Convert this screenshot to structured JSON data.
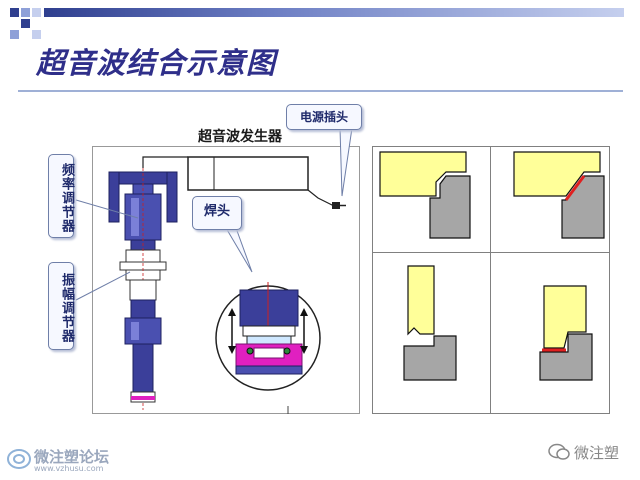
{
  "slide": {
    "title": "超音波结合示意图"
  },
  "diagram": {
    "generator_label": "超音波发生器",
    "callouts": {
      "power_plug": "电源插头",
      "weld_head": "焊头",
      "frequency_tuning": "频率调节器",
      "amplitude_tuning": "振幅调节器"
    }
  },
  "joint_panels": [
    {
      "id": "top-left",
      "upper": "yellow",
      "lower": "gray",
      "weld_line": "none"
    },
    {
      "id": "top-right",
      "upper": "yellow",
      "lower": "gray",
      "weld_line": "red"
    },
    {
      "id": "bottom-left",
      "upper": "yellow",
      "lower": "gray",
      "weld_line": "none"
    },
    {
      "id": "bottom-right",
      "upper": "yellow",
      "lower": "gray",
      "weld_line": "red"
    }
  ],
  "footer": {
    "logo_name": "微注塑论坛",
    "logo_url": "www.vzhusu.com",
    "wechat_label": "微注塑"
  },
  "colors": {
    "title": "#2f2f8a",
    "machine_blue": "#3b3f9a",
    "part_yellow": "#ffff99",
    "part_gray": "#a6a6a6",
    "weld_red": "#e02020",
    "fixture_magenta": "#e020c0"
  }
}
